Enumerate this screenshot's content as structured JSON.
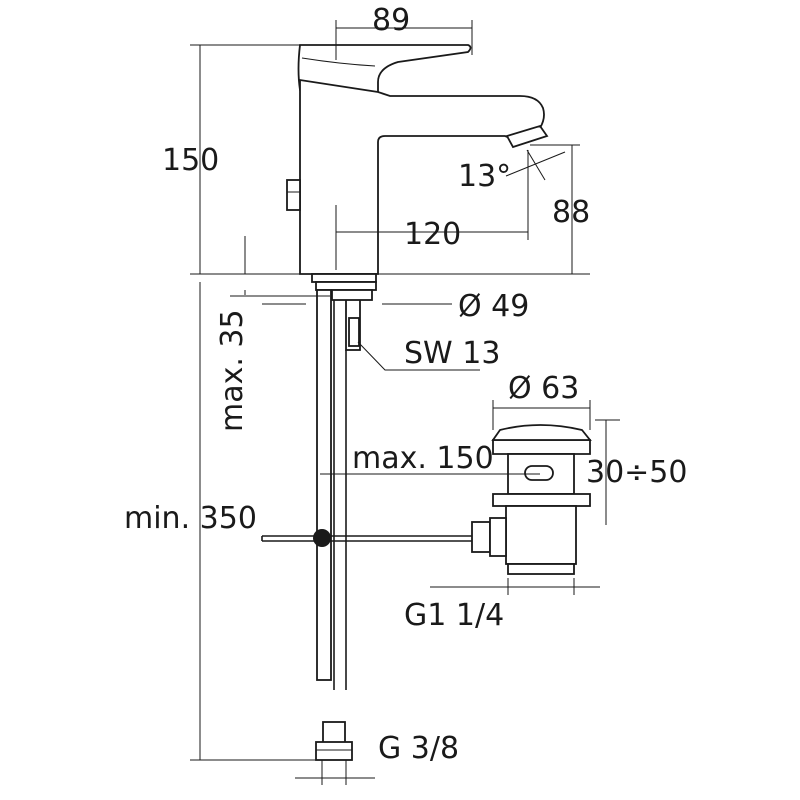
{
  "colors": {
    "line": "#1a1a1a",
    "background": "#ffffff"
  },
  "dimensions": {
    "width_89": "89",
    "height_150": "150",
    "angle_13": "13°",
    "height_88": "88",
    "reach_120": "120",
    "diameter_49": "Ø 49",
    "wrench_sw13": "SW 13",
    "max_35": "max. 35",
    "diameter_63": "Ø 63",
    "range_30_50": "30÷50",
    "max_150": "max. 150",
    "min_350": "min. 350",
    "thread_g114": "G1 1/4",
    "thread_g38": "G 3/8"
  }
}
